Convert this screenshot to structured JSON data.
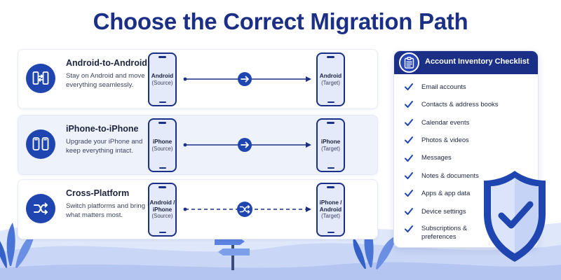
{
  "title": "Choose the Correct Migration Path",
  "colors": {
    "navy": "#1c2f86",
    "accent": "#1f45b0",
    "card_alt": "#eef2fb",
    "scenery": "#c9d6f6"
  },
  "paths": [
    {
      "title": "Android-to-Android",
      "description": "Stay on Android and move everything seamlessly.",
      "icon": "phone-transfer-icon",
      "source": {
        "name": "Android",
        "role": "(Source)"
      },
      "target": {
        "name": "Android",
        "role": "(Target)"
      },
      "connector": "solid",
      "connector_icon": "arrow-right-icon"
    },
    {
      "title": "iPhone-to-iPhone",
      "description": "Upgrade your iPhone and keep everything intact.",
      "icon": "phone-transfer-icon",
      "source": {
        "name": "iPhone",
        "role": "(Source)"
      },
      "target": {
        "name": "iPhone",
        "role": "(Target)"
      },
      "connector": "solid",
      "connector_icon": "arrow-right-icon"
    },
    {
      "title": "Cross-Platform",
      "description": "Switch platforms and bring what matters most.",
      "icon": "shuffle-icon",
      "source": {
        "name": "Android / iPhone",
        "role": "(Source)"
      },
      "target": {
        "name": "iPhone / Android",
        "role": "(Target)"
      },
      "connector": "dashed",
      "connector_icon": "shuffle-icon"
    }
  ],
  "checklist": {
    "title": "Account Inventory Checklist",
    "icon": "clipboard-icon",
    "items": [
      "Email accounts",
      "Contacts & address books",
      "Calendar events",
      "Photos & videos",
      "Messages",
      "Notes & documents",
      "Apps & app data",
      "Device settings",
      "Subscriptions & preferences"
    ]
  },
  "decorations": [
    "signpost-icon",
    "shield-check-icon",
    "leaves"
  ]
}
